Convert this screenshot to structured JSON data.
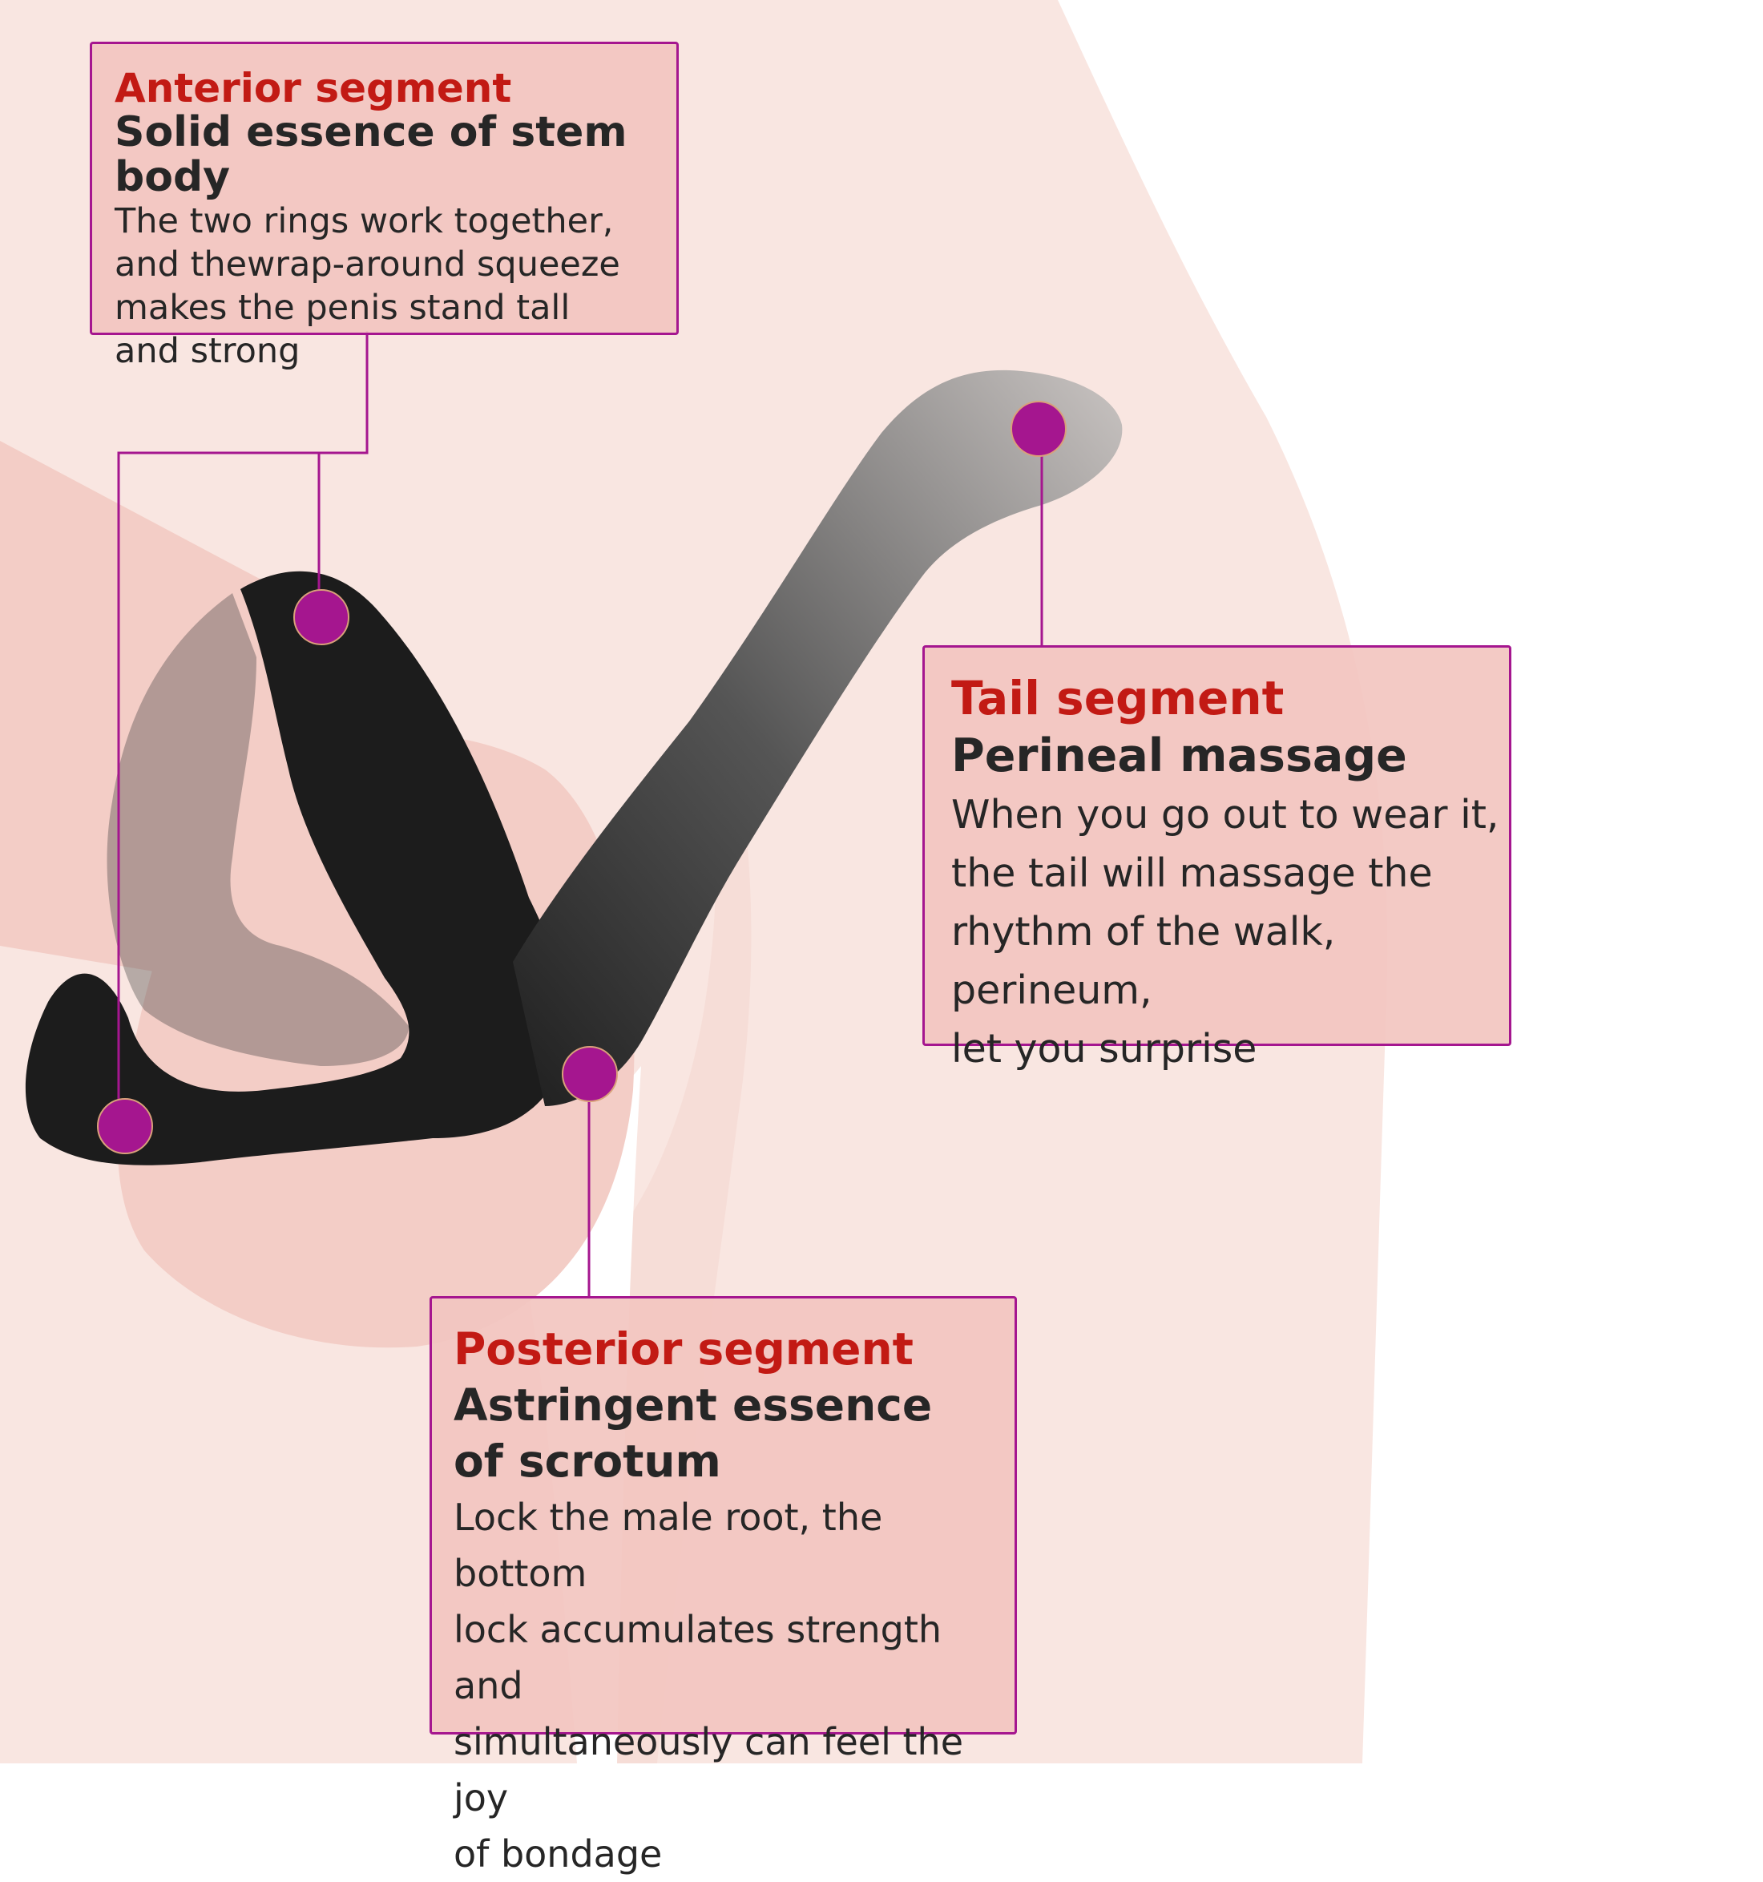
{
  "colors": {
    "callout_bg": "#f2c6c0",
    "callout_border": "#a5168f",
    "title_red": "#c21a14",
    "text_dark": "#262626",
    "marker_magenta": "#a5168f",
    "skin_light": "#f9e6e1",
    "skin_mid": "#f3cdc6",
    "product_black": "#1c1c1c"
  },
  "callouts": {
    "anterior": {
      "title": "Anterior segment",
      "subtitle": "Solid essence of stem body",
      "body": "The two rings work together,\nand thewrap-around squeeze\nmakes the penis stand tall\nand strong"
    },
    "tail": {
      "title": "Tail segment",
      "subtitle": "Perineal massage",
      "body": "When you go out to wear it,\nthe tail will massage the\nrhythm of the walk, perineum,\nlet you surprise"
    },
    "posterior": {
      "title": "Posterior segment",
      "subtitle": "Astringent essence\nof scrotum",
      "body": "Lock the male root, the bottom\n lock accumulates strength and\nsimultaneously can feel the joy\n of bondage"
    }
  }
}
